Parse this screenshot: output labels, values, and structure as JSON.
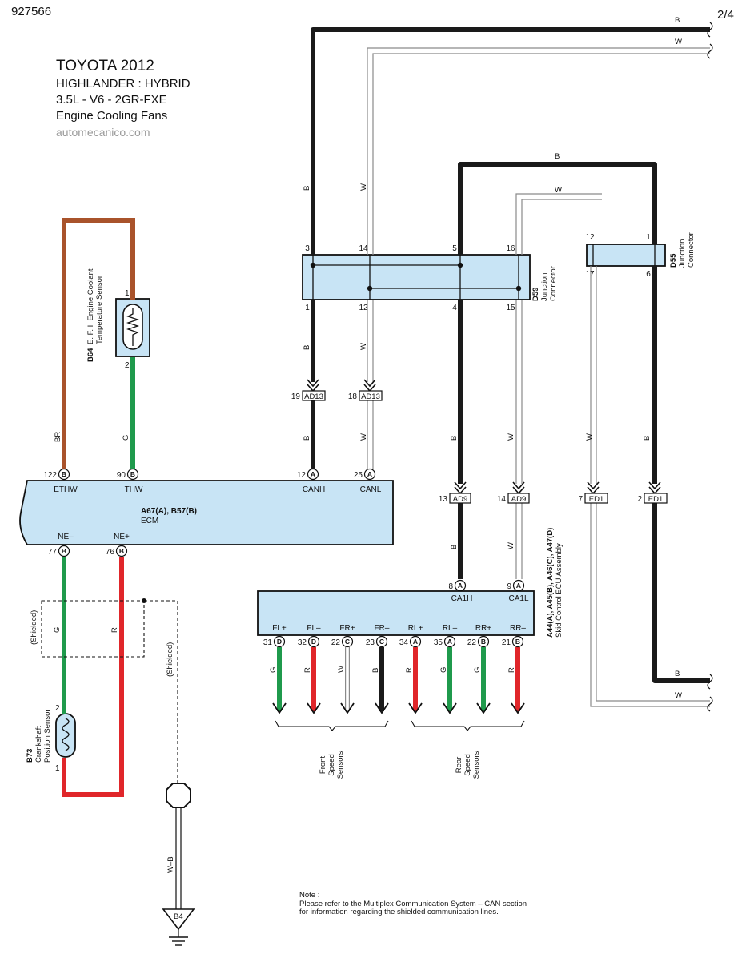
{
  "header": {
    "doc_id": "927566",
    "page_number": "2/4",
    "title": "TOYOTA 2012",
    "model": "HIGHLANDER : HYBRID",
    "engine": "3.5L - V6 - 2GR-FXE",
    "system": "Engine Cooling Fans",
    "site": "automecanico.com"
  },
  "colors": {
    "box_fill": "#c8e4f5",
    "wire_black": "#1a1a1a",
    "wire_green": "#1f9a4c",
    "wire_red": "#e0262a",
    "wire_brown": "#a9532b",
    "wire_white_outline": "#8a8a8a"
  },
  "wire_codes": {
    "b": "B",
    "w": "W",
    "g": "G",
    "r": "R",
    "br": "BR",
    "w_b": "W–B"
  },
  "components": {
    "b64": {
      "id": "B64",
      "line1": "E. F. I. Engine Coolant",
      "line2": "Temperature Sensor",
      "pin_top": "1",
      "pin_bottom": "2"
    },
    "b73": {
      "id": "B73",
      "line1": "Crankshaft",
      "line2": "Position Sensor",
      "pin_top": "2",
      "pin_bottom": "1"
    },
    "ecm": {
      "id": "A67(A), B57(B)",
      "name": "ECM",
      "top_pins": [
        {
          "num": "122",
          "conn": "B",
          "label": "ETHW"
        },
        {
          "num": "90",
          "conn": "B",
          "label": "THW"
        },
        {
          "num": "12",
          "conn": "A",
          "label": "CANH"
        },
        {
          "num": "25",
          "conn": "A",
          "label": "CANL"
        }
      ],
      "bottom_pins": [
        {
          "num": "77",
          "conn": "B",
          "label": "NE–"
        },
        {
          "num": "76",
          "conn": "B",
          "label": "NE+"
        }
      ]
    },
    "d59": {
      "id": "D59",
      "line1": "Junction",
      "line2": "Connector",
      "top_pins": [
        "3",
        "14",
        "5",
        "16"
      ],
      "bottom_pins": [
        "1",
        "12",
        "4",
        "15"
      ]
    },
    "d55": {
      "id": "D55",
      "line1": "Junction",
      "line2": "Connector",
      "top_pins": [
        "12",
        "1"
      ],
      "bottom_pins": [
        "17",
        "6"
      ]
    },
    "skid": {
      "id": "A44(A), A45(B), A46(C), A47(D)",
      "name": "Skid Control ECU Assembly",
      "top_pins": [
        {
          "num": "8",
          "conn": "A",
          "label": "CA1H"
        },
        {
          "num": "9",
          "conn": "A",
          "label": "CA1L"
        }
      ],
      "bottom_pins": [
        {
          "num": "31",
          "conn": "D",
          "label": "FL+",
          "wire": "G"
        },
        {
          "num": "32",
          "conn": "D",
          "label": "FL–",
          "wire": "R"
        },
        {
          "num": "22",
          "conn": "C",
          "label": "FR+",
          "wire": "W"
        },
        {
          "num": "23",
          "conn": "C",
          "label": "FR–",
          "wire": "B"
        },
        {
          "num": "34",
          "conn": "A",
          "label": "RL+",
          "wire": "R"
        },
        {
          "num": "35",
          "conn": "A",
          "label": "RL–",
          "wire": "G"
        },
        {
          "num": "22",
          "conn": "B",
          "label": "RR+",
          "wire": "G"
        },
        {
          "num": "21",
          "conn": "B",
          "label": "RR–",
          "wire": "R"
        }
      ]
    },
    "front_sensors": {
      "line1": "Front",
      "line2": "Speed",
      "line3": "Sensors"
    },
    "rear_sensors": {
      "line1": "Rear",
      "line2": "Speed",
      "line3": "Sensors"
    }
  },
  "connectors": [
    {
      "num": "19",
      "name": "AD13"
    },
    {
      "num": "18",
      "name": "AD13"
    },
    {
      "num": "13",
      "name": "AD9"
    },
    {
      "num": "14",
      "name": "AD9"
    },
    {
      "num": "7",
      "name": "ED1"
    },
    {
      "num": "2",
      "name": "ED1"
    }
  ],
  "shield": {
    "label_box": "(Shielded)",
    "label_drain": "(Shielded)"
  },
  "ground": {
    "id": "B4"
  },
  "note": {
    "heading": "Note :",
    "line1": "Please refer to the Multiplex Communication System – CAN section",
    "line2": "for information regarding the shielded communication lines."
  }
}
